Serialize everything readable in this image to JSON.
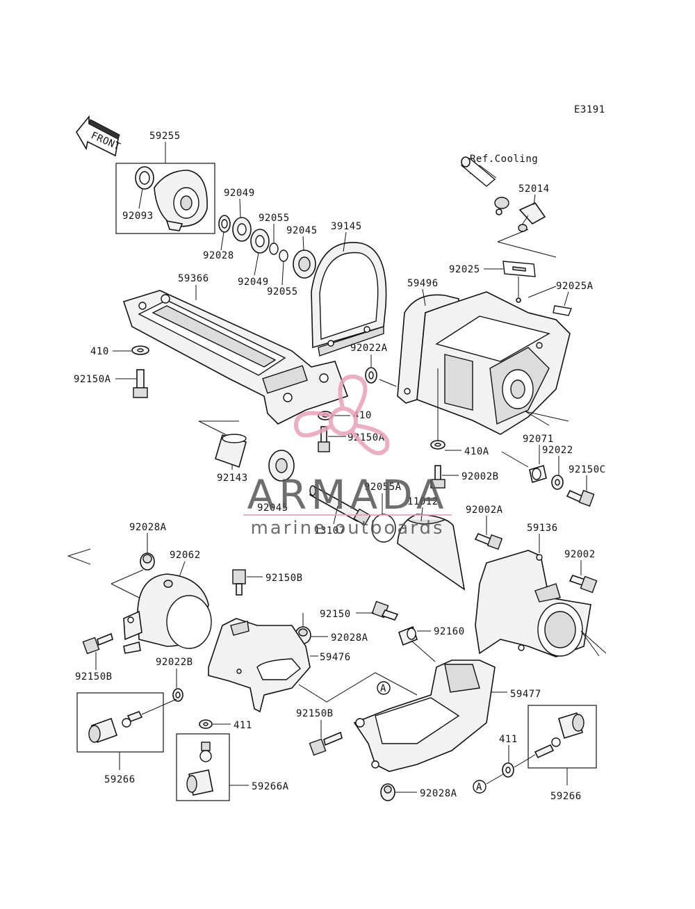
{
  "diagram_code": "E3191",
  "front_label": "FRONT",
  "ref_cooling": "Ref.Cooling",
  "watermark": {
    "brand": "ARMADA",
    "tagline": "marine outboards",
    "brand_color": "#555555",
    "accent_color": "#e8a0b8"
  },
  "circle_ref_letter": "A",
  "labels": {
    "p59255": "59255",
    "p92093": "92093",
    "p92049a": "92049",
    "p92055a": "92055",
    "p92045a": "92045",
    "p39145": "39145",
    "p92028": "92028",
    "p92049b": "92049",
    "p92055b": "92055",
    "p52014": "52014",
    "p59366": "59366",
    "p92025": "92025",
    "p59496": "59496",
    "p92025A": "92025A",
    "p410": "410",
    "p92022A": "92022A",
    "p92150A_left": "92150A",
    "p410_mid": "410",
    "p92150A_mid": "92150A",
    "p92143": "92143",
    "p410A": "410A",
    "p92071": "92071",
    "p92022": "92022",
    "p92150C": "92150C",
    "p92002B": "92002B",
    "p92045b": "92045",
    "p92055A": "92055A",
    "p11012": "11012",
    "p13107": "13107",
    "p92002A": "92002A",
    "p59136": "59136",
    "p92028A_top": "92028A",
    "p92062": "92062",
    "p92002": "92002",
    "p92150B_top": "92150B",
    "p92150": "92150",
    "p92160": "92160",
    "p92028A_mid": "92028A",
    "p92150B_left": "92150B",
    "p92022B": "92022B",
    "p59476": "59476",
    "p59477": "59477",
    "p92150B_low": "92150B",
    "p411_left": "411",
    "p411_right": "411",
    "p59266_left": "59266",
    "p59266A": "59266A",
    "p92028A_low": "92028A",
    "p59266_right": "59266"
  }
}
